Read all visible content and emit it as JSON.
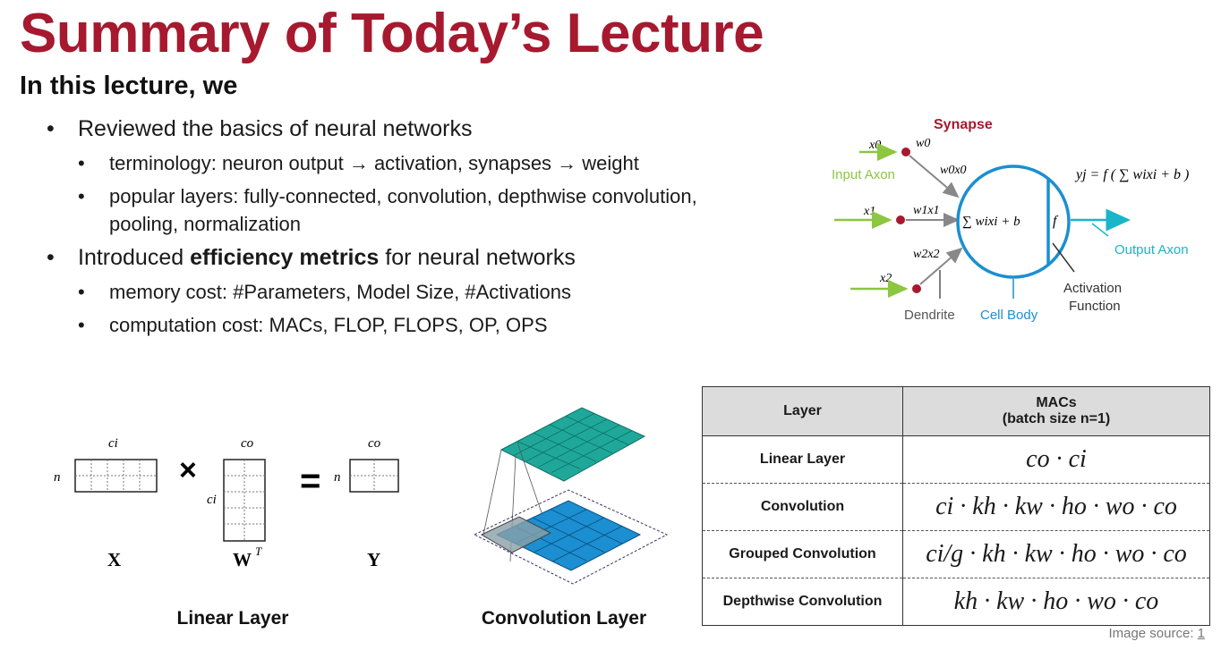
{
  "title": "Summary of Today’s Lecture",
  "subtitle": "In this lecture, we",
  "bullets": {
    "b1": "Reviewed the basics of neural networks",
    "b1_1": "terminology: neuron output → activation, synapses → weight",
    "b1_2": "popular layers: fully-connected, convolution, depthwise convolution, pooling, normalization",
    "b2_pre": "Introduced ",
    "b2_bold": "efficiency metrics",
    "b2_post": " for neural networks",
    "b2_1": "memory cost: #Parameters, Model Size, #Activations",
    "b2_2": "computation cost: MACs, FLOP, FLOPS, OP, OPS"
  },
  "neuron": {
    "synapse": "Synapse",
    "input_axon": "Input Axon",
    "output_axon": "Output Axon",
    "dendrite": "Dendrite",
    "cell_body": "Cell Body",
    "activation1": "Activation",
    "activation2": "Function",
    "x0": "x0",
    "w0": "w0",
    "w0x0": "w0x0",
    "x1": "x1",
    "w1x1": "w1x1",
    "x2": "x2",
    "w2x2": "w2x2",
    "sum": "∑ wixi + b",
    "f": "f",
    "output_eq": "yj = f ( ∑ wixi + b )"
  },
  "linear": {
    "ci_top": "ci",
    "co_top": "co",
    "co_top2": "co",
    "n1": "n",
    "n2": "n",
    "ci_side": "ci",
    "times": "×",
    "eq": "=",
    "X": "X",
    "W": "W",
    "WT": "T",
    "Y": "Y",
    "caption": "Linear Layer"
  },
  "conv": {
    "caption": "Convolution Layer"
  },
  "table": {
    "h1": "Layer",
    "h2a": "MACs",
    "h2b": "(batch size n=1)",
    "rows": [
      {
        "layer": "Linear Layer",
        "macs": "co · ci"
      },
      {
        "layer": "Convolution",
        "macs": "ci · kh · kw · ho · wo · co"
      },
      {
        "layer": "Grouped Convolution",
        "macs": "ci/g · kh · kw · ho · wo · co"
      },
      {
        "layer": "Depthwise Convolution",
        "macs": "kh · kw · ho · wo · co"
      }
    ]
  },
  "source": {
    "label": "Image source: ",
    "link": "1"
  },
  "colors": {
    "title": "#a6192e",
    "green": "#8dc63f",
    "blue": "#1b8fd1",
    "teal": "#19b5c8",
    "dot": "#a6192e"
  }
}
